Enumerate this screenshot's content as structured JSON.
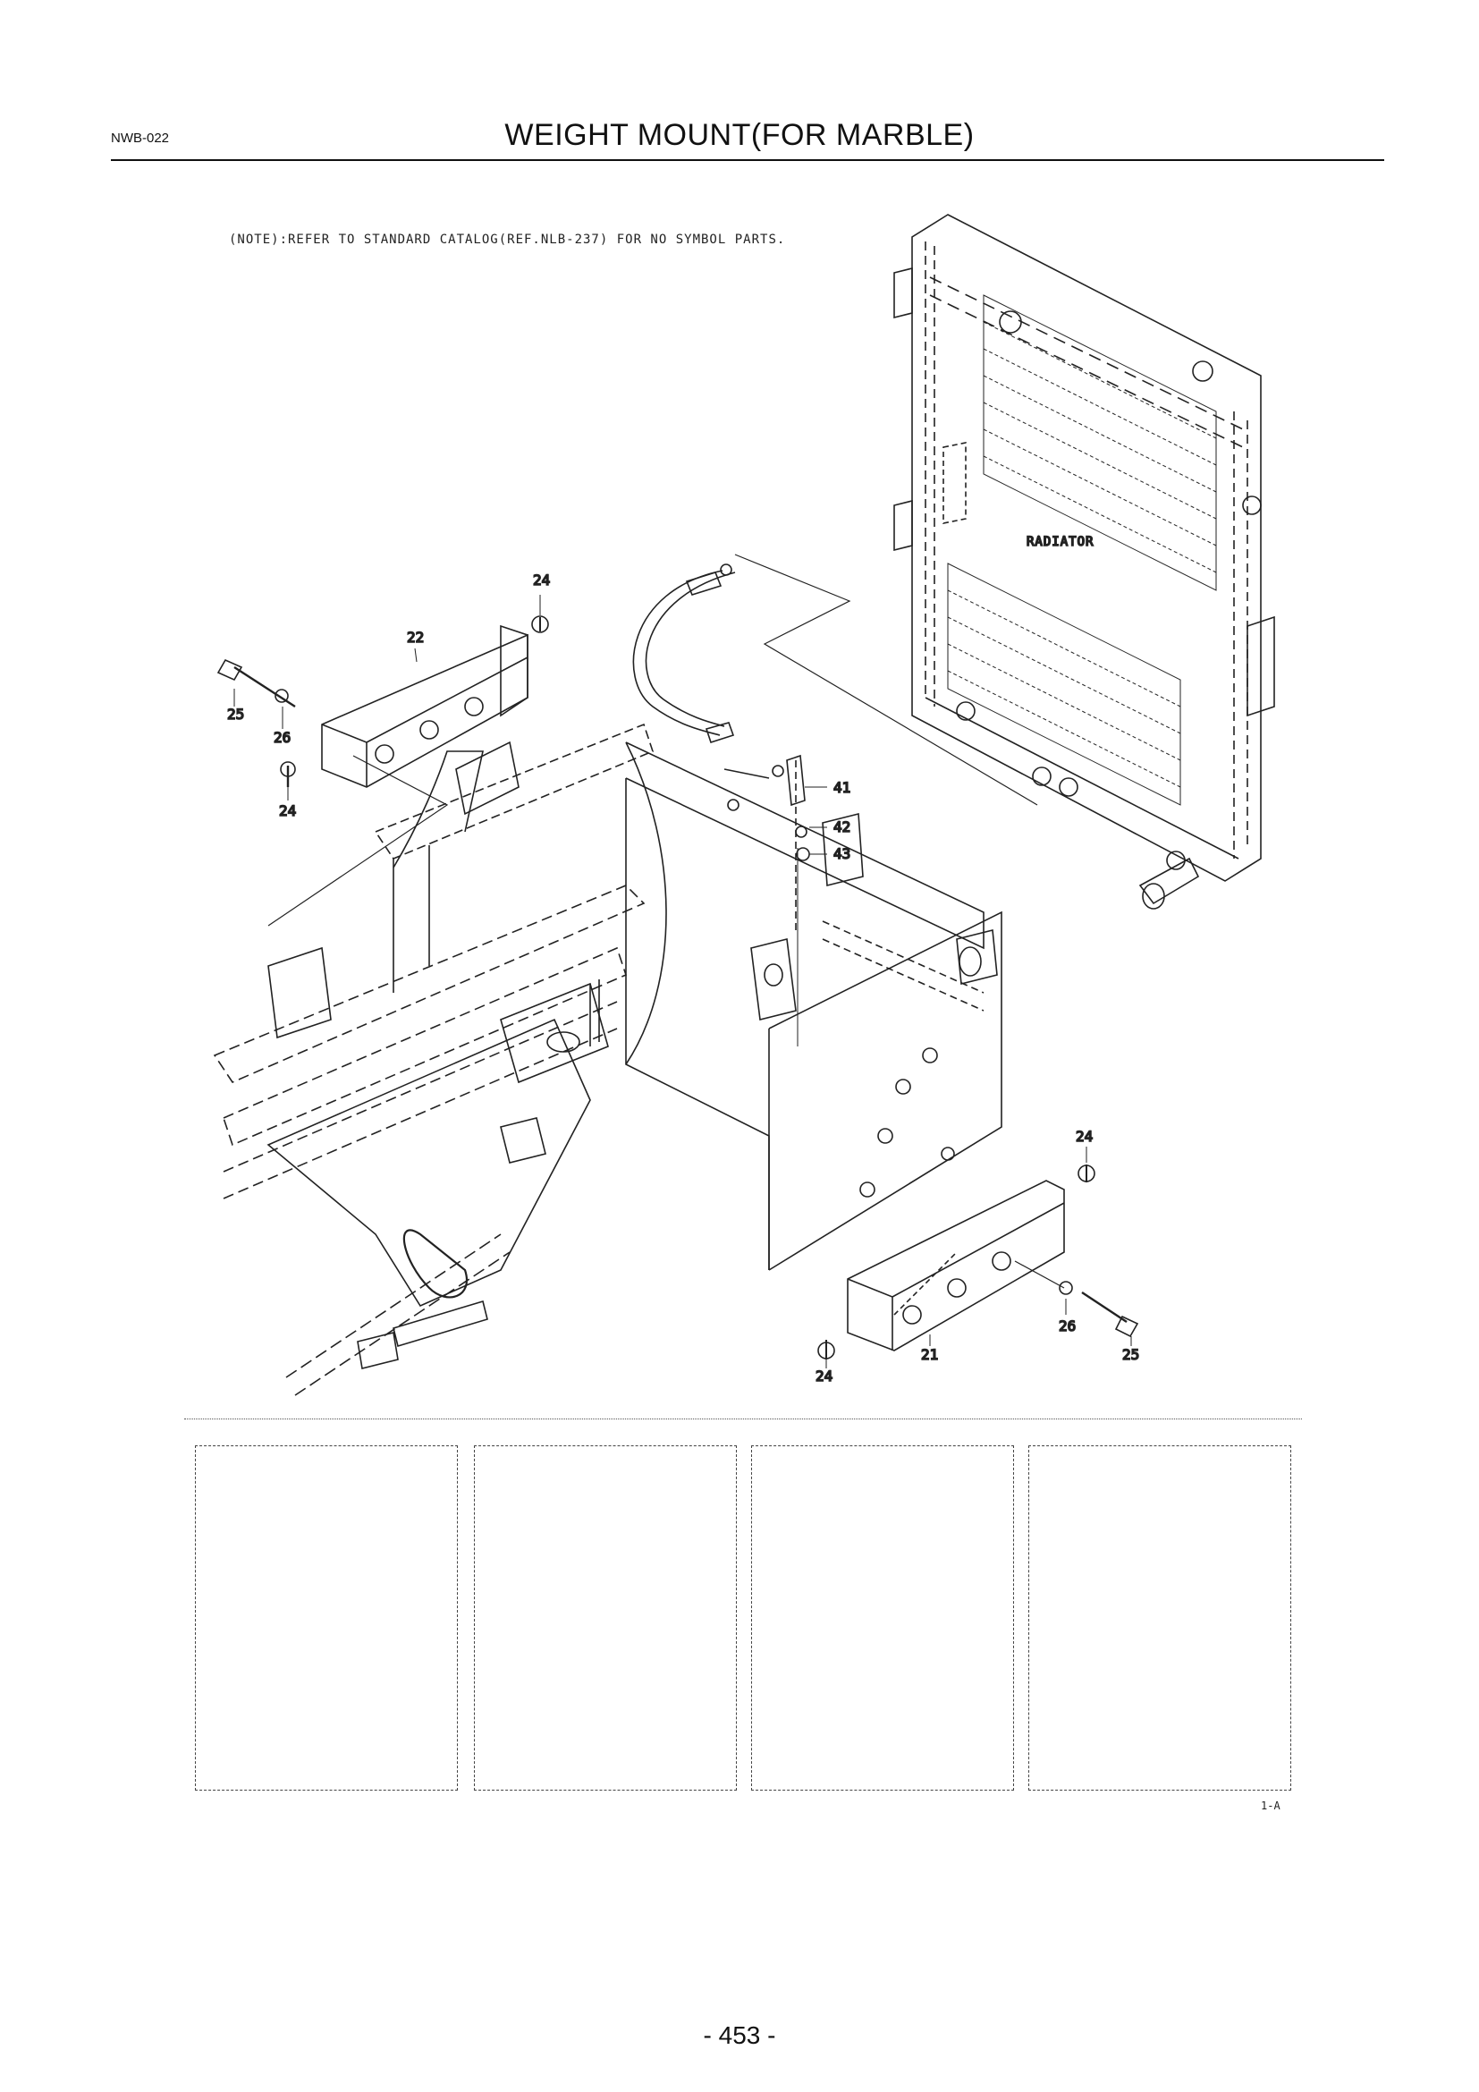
{
  "header": {
    "code": "NWB-022",
    "title": "WEIGHT MOUNT(FOR MARBLE)"
  },
  "note": "(NOTE):REFER TO STANDARD CATALOG(REF.NLB-237) FOR NO SYMBOL PARTS.",
  "diagram": {
    "radiator_label": "RADIATOR",
    "callouts": {
      "c24_top": "24",
      "c22": "22",
      "c25_left": "25",
      "c26_left": "26",
      "c24_left": "24",
      "c41": "41",
      "c42": "42",
      "c43": "43",
      "c24_right_top": "24",
      "c26_right": "26",
      "c25_right": "25",
      "c24_right_bottom": "24",
      "c21": "21"
    }
  },
  "sheet_ref": "1-A",
  "footer": {
    "page_number": "- 453 -"
  }
}
